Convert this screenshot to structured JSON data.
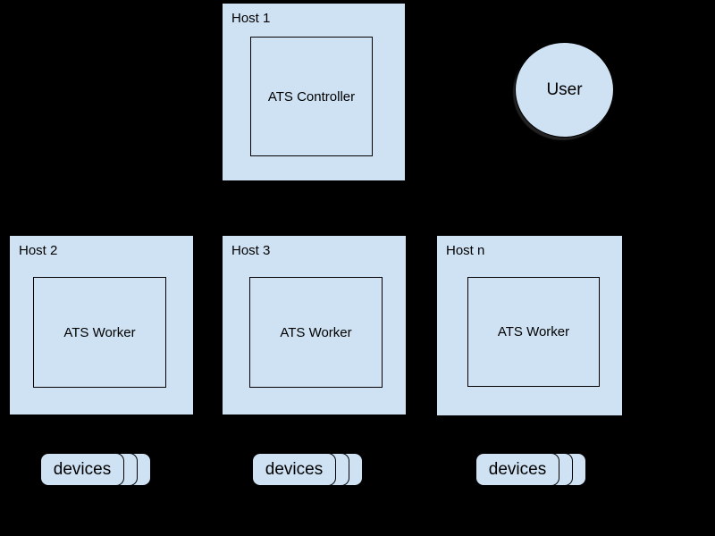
{
  "diagram": {
    "colors": {
      "background": "#000000",
      "node_fill": "#cfe2f3",
      "border": "#000000",
      "text": "#000000"
    },
    "controller_host": {
      "title": "Host 1",
      "component": "ATS Controller"
    },
    "user": {
      "label": "User"
    },
    "worker_hosts": [
      {
        "title": "Host 2",
        "component": "ATS Worker",
        "devices_label": "devices"
      },
      {
        "title": "Host 3",
        "component": "ATS Worker",
        "devices_label": "devices"
      },
      {
        "title": "Host n",
        "component": "ATS Worker",
        "devices_label": "devices"
      }
    ]
  }
}
